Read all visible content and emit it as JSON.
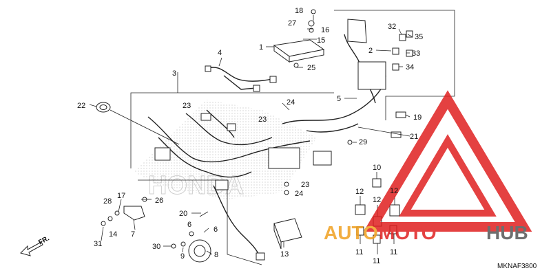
{
  "diagram": {
    "code": "MKNAF3800",
    "direction": "FR.",
    "labels": [
      "1",
      "2",
      "3",
      "4",
      "5",
      "6",
      "7",
      "8",
      "9",
      "10",
      "11",
      "12",
      "13",
      "14",
      "15",
      "16",
      "17",
      "18",
      "19",
      "20",
      "21",
      "22",
      "23",
      "24",
      "25",
      "26",
      "27",
      "28",
      "29",
      "30",
      "31",
      "32",
      "33",
      "34",
      "35"
    ]
  },
  "watermark": {
    "text_a": "AUTO",
    "text_b": "MOTO",
    "text_c": "HUB",
    "colors": {
      "triangle": "#e02020",
      "auto": "#f0a020",
      "moto": "#e02020",
      "hub": "#555555"
    }
  },
  "background_logo": "HONDA"
}
